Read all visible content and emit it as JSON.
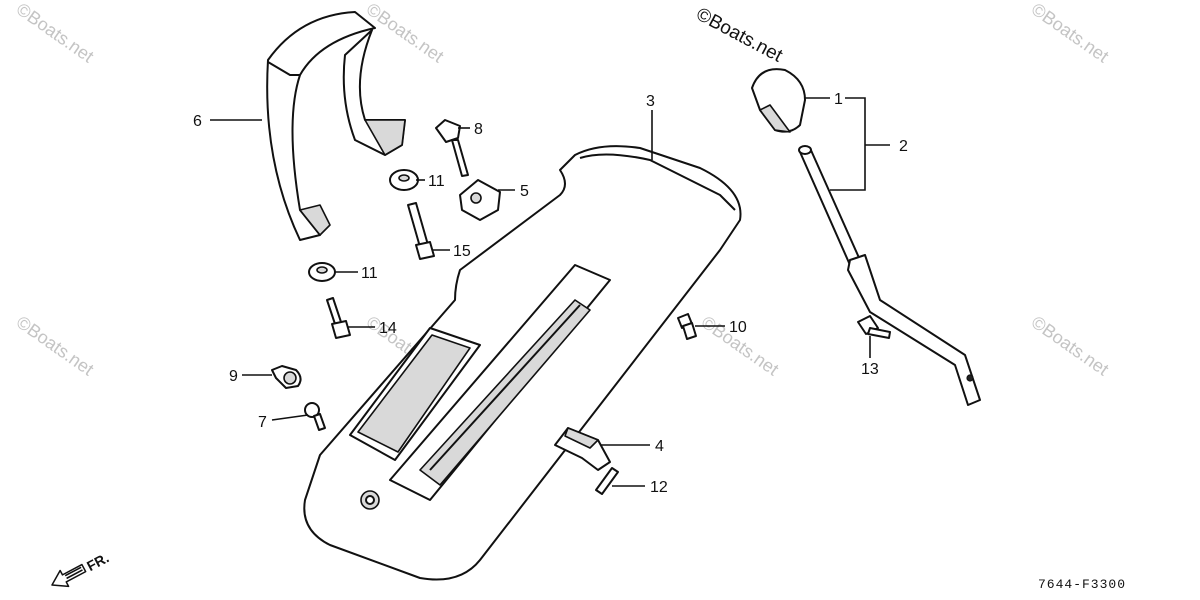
{
  "watermark": "©Boats.net",
  "drawing_code": "7644-F3300",
  "direction_label": "FR.",
  "callouts": {
    "c1": "1",
    "c2": "2",
    "c3": "3",
    "c4": "4",
    "c5": "5",
    "c6": "6",
    "c7": "7",
    "c8": "8",
    "c9": "9",
    "c10": "10",
    "c11a": "11",
    "c11b": "11",
    "c12": "12",
    "c13": "13",
    "c14": "14",
    "c15": "15"
  }
}
